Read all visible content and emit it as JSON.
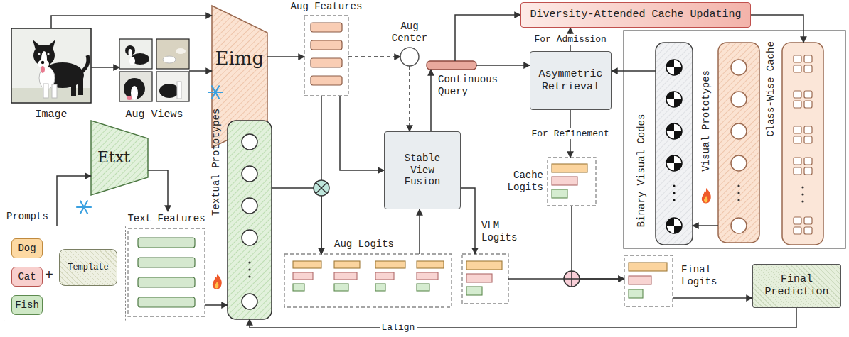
{
  "diagram": {
    "nodes": [
      {
        "text": [
          "Image"
        ]
      },
      {
        "text": [
          "Aug Views"
        ]
      },
      {
        "text": [
          "Eimg"
        ]
      },
      {
        "text": [
          "Aug Features"
        ]
      },
      {
        "text": [
          "Aug Center"
        ]
      },
      {
        "text": [
          "Continuous Query"
        ]
      },
      {
        "text": [
          "Diversity-Attended Cache Updating"
        ]
      },
      {
        "text": [
          "Asymmetric Retrieval"
        ]
      },
      {
        "text": [
          "Binary Visual Codes"
        ]
      },
      {
        "text": [
          "Visual Prototypes"
        ]
      },
      {
        "text": [
          "Class-Wise Cache"
        ]
      },
      {
        "text": [
          "Stable View Fusion"
        ]
      },
      {
        "text": [
          "Etxt"
        ]
      },
      {
        "text": [
          "Textual Prototypes"
        ]
      },
      {
        "text": [
          "Cache Logits"
        ]
      },
      {
        "text": [
          "VLM Logits"
        ]
      },
      {
        "text": [
          "Prompts"
        ]
      },
      {
        "text": [
          "Dog"
        ],
        "in": 16
      },
      {
        "text": [
          "Cat"
        ],
        "in": 16
      },
      {
        "text": [
          "Fish"
        ],
        "in": 16
      },
      {
        "text": [
          "Template"
        ],
        "in": 16
      },
      {
        "text": [
          "Text Features"
        ]
      },
      {
        "text": [
          "Aug Logits"
        ]
      },
      {
        "text": [
          "Final Logits"
        ]
      },
      {
        "text": [
          "Final Prediction"
        ]
      }
    ],
    "edges": [
      {
        "from": 0,
        "to": 1,
        "arrow": "to"
      },
      {
        "from": 0,
        "to": 2,
        "arrow": "to"
      },
      {
        "from": 1,
        "to": 2,
        "arrow": "to"
      },
      {
        "from": 2,
        "to": 3,
        "arrow": "to"
      },
      {
        "from": 3,
        "to": 4,
        "arrow": "to"
      },
      {
        "from": 4,
        "to": 11,
        "arrow": "to"
      },
      {
        "from": 3,
        "to": 11,
        "arrow": "to"
      },
      {
        "from": 3,
        "to": 22,
        "arrow": "to"
      },
      {
        "from": 13,
        "to": 22,
        "arrow": "to"
      },
      {
        "from": 22,
        "to": 11,
        "arrow": "to"
      },
      {
        "from": 11,
        "to": 5,
        "arrow": "to"
      },
      {
        "from": 5,
        "to": 7,
        "arrow": "to"
      },
      {
        "from": 5,
        "to": 6,
        "arrow": "to"
      },
      {
        "from": 7,
        "to": 6,
        "label": "For Admission",
        "arrow": "to"
      },
      {
        "from": 6,
        "to": 10,
        "arrow": "to"
      },
      {
        "from": 8,
        "to": 7,
        "arrow": "to"
      },
      {
        "from": 7,
        "to": 14,
        "label": "For Refinement",
        "arrow": "to"
      },
      {
        "from": 9,
        "to": 8,
        "arrow": "to"
      },
      {
        "from": 11,
        "to": 15,
        "arrow": "to"
      },
      {
        "from": 15,
        "to": 23,
        "arrow": "to"
      },
      {
        "from": 14,
        "to": 23,
        "arrow": "to"
      },
      {
        "from": 23,
        "to": 24,
        "arrow": "to"
      },
      {
        "from": 24,
        "to": 13,
        "label": "Lalign",
        "arrow": "to"
      },
      {
        "from": 16,
        "to": 12,
        "arrow": "to"
      },
      {
        "from": 12,
        "to": 21,
        "arrow": "to"
      },
      {
        "from": 21,
        "to": 13,
        "arrow": "to"
      }
    ],
    "labels": [
      "+"
    ]
  }
}
